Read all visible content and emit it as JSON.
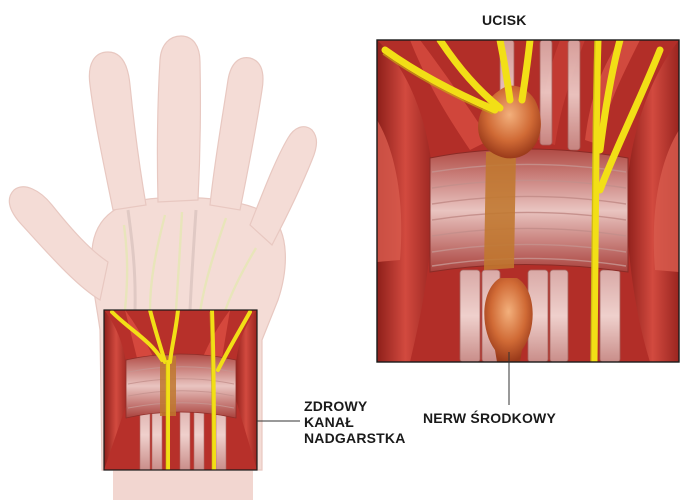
{
  "labels": {
    "compressed_title": "UCISK",
    "median_nerve": "NERW ŚRODKOWY",
    "healthy_canal_lines": [
      "ZDROWY",
      "KANAŁ",
      "NADGARSTKA"
    ]
  },
  "colors": {
    "skin": "#f2d9d2",
    "muscle": "#c23a32",
    "tendon": "#e3b9b6",
    "nerve": "#f0dd1a",
    "ligament_band": "#c0782f",
    "frame": "#1a1a1a"
  }
}
